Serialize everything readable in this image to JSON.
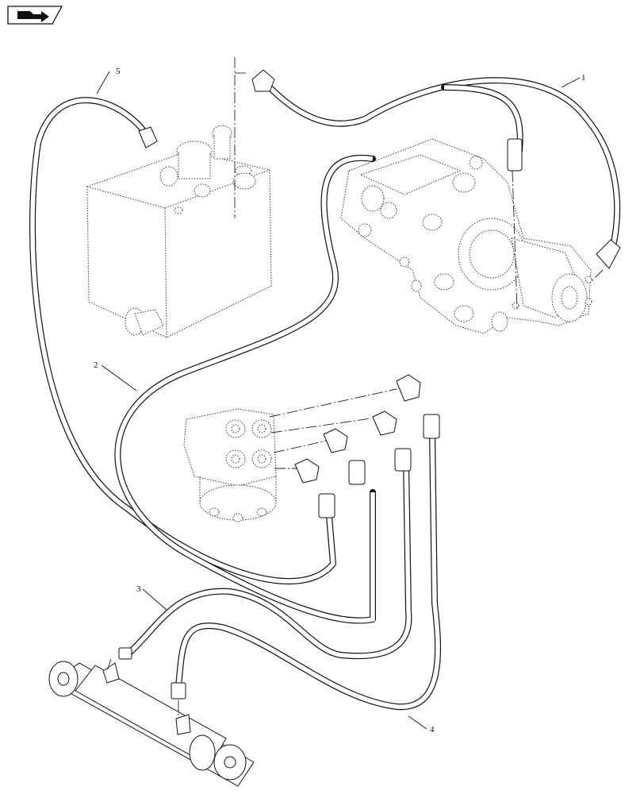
{
  "callouts": {
    "c1": "1",
    "c2": "2",
    "c3": "3",
    "c4": "4",
    "c5": "5"
  },
  "icons": {
    "corner": "book-arrow-icon"
  },
  "colors": {
    "line": "#111111",
    "background": "#ffffff"
  }
}
